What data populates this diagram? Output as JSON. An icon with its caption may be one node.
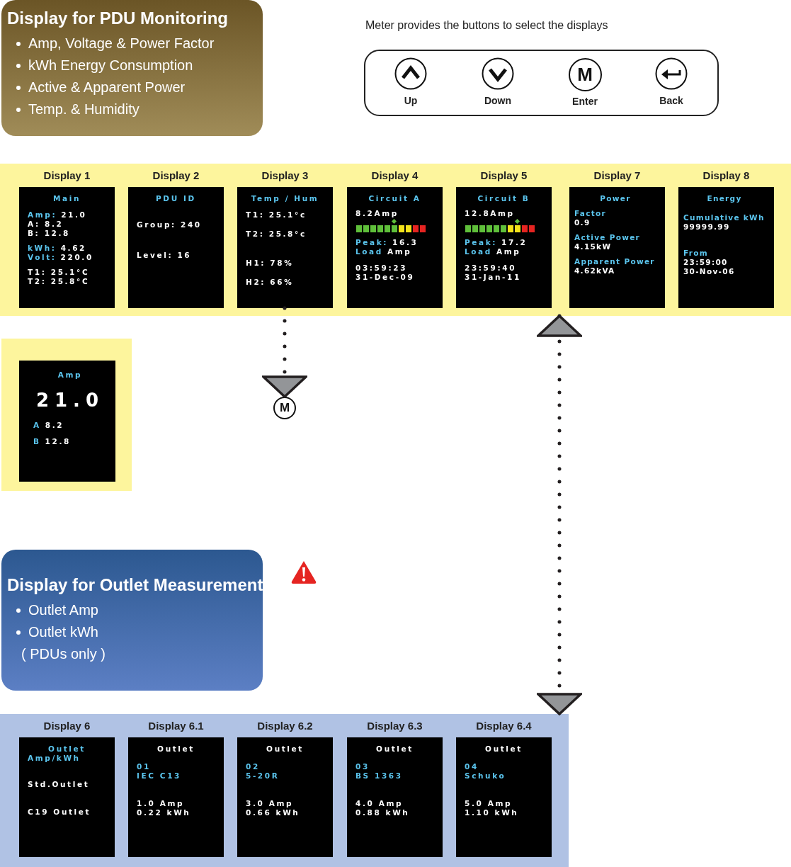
{
  "diagram": {
    "nodes": [
      {
        "text": [
          "Display for PDU Monitoring",
          "Amp, Voltage & Power Factor",
          "kWh Energy Consumption",
          "Active & Apparent Power",
          "Temp. & Humidity"
        ]
      },
      {
        "text": [
          "Meter provides the buttons to select the displays"
        ]
      },
      {
        "text": [
          "Up"
        ],
        "in": 1
      },
      {
        "text": [
          "Down"
        ],
        "in": 1
      },
      {
        "text": [
          "M",
          "Enter"
        ],
        "in": 1
      },
      {
        "text": [
          "Back"
        ],
        "in": 1
      },
      {
        "text": [],
        "shape": "box"
      },
      {
        "text": [
          "Display 1",
          "Main",
          "Amp:",
          "21.0",
          "A:  8.2",
          "B: 12.8",
          "kWh:",
          "4.62",
          "Volt:",
          "220.0",
          "T1: 25.1°C",
          "T2: 25.8°C"
        ],
        "in": 6
      },
      {
        "text": [
          "Display 2",
          "PDU ID",
          "Group: 240",
          "Level: 16"
        ],
        "in": 6
      },
      {
        "text": [
          "Display 3",
          "Temp / Hum",
          "T1: 25.1°c",
          "T2: 25.8°c",
          "H1: 78%",
          "H2: 66%"
        ],
        "in": 6
      },
      {
        "text": [
          "Display 4",
          "Circuit A",
          "8.2Amp",
          "Peak:",
          "16.3",
          "Load",
          "Amp",
          "03:59:23",
          "31-Dec-09"
        ],
        "in": 6
      },
      {
        "text": [
          "Display 5",
          "Circuit B",
          "12.8Amp",
          "Peak:",
          "17.2",
          "Load",
          "Amp",
          "23:59:40",
          "31-Jan-11"
        ],
        "in": 6
      },
      {
        "text": [
          "Display 7",
          "Power",
          "Factor",
          "0.9",
          "Active Power",
          "4.15kW",
          "Apparent Power",
          "4.62kVA"
        ],
        "in": 6
      },
      {
        "text": [
          "Display 8",
          "Energy",
          "Cumulative kWh",
          "99999.99",
          "From",
          "23:59:00",
          "30-Nov-06"
        ],
        "in": 6
      },
      {
        "text": [],
        "shape": "box"
      },
      {
        "text": [
          "Amp",
          "21.0",
          "A",
          "8.2",
          "B",
          "12.8"
        ],
        "in": 14
      },
      {
        "text": [
          "M"
        ]
      },
      {
        "text": [
          "Display for Outlet Measurement",
          "Outlet Amp",
          "Outlet kWh",
          "( PDUs only )"
        ]
      },
      {
        "text": [],
        "shape": "box"
      },
      {
        "text": [
          "Display 6",
          "Outlet",
          "Amp/kWh",
          "Std.Outlet",
          "C19 Outlet"
        ],
        "in": 18
      },
      {
        "text": [
          "Display 6.1",
          "Outlet",
          "01",
          "IEC C13",
          "1.0  Amp",
          "0.22  kWh"
        ],
        "in": 18
      },
      {
        "text": [
          "Display 6.2",
          "Outlet",
          "02",
          "5-20R",
          "3.0  Amp",
          "0.66  kWh"
        ],
        "in": 18
      },
      {
        "text": [
          "Display 6.3",
          "Outlet",
          "03",
          "BS 1363",
          "4.0  Amp",
          "0.88  kWh"
        ],
        "in": 18
      },
      {
        "text": [
          "Display 6.4",
          "Outlet",
          "04",
          "Schuko",
          "5.0  Amp",
          "1.10  kWh"
        ],
        "in": 18
      }
    ],
    "edges": [
      {
        "from": 9,
        "to": 16,
        "arrow": "to",
        "style": "dashed"
      },
      {
        "from": 6,
        "to": 18,
        "arrow": "both",
        "style": "dashed"
      }
    ]
  }
}
